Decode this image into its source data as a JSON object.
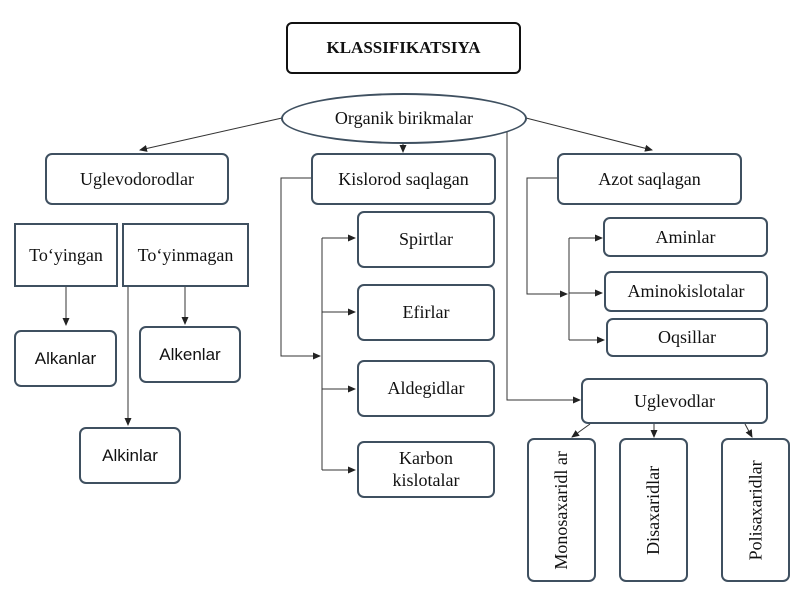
{
  "diagram": {
    "title": "KLASSIFIKATSIYA",
    "root": "Organik birikmalar",
    "branches": {
      "uglevodorodlar": {
        "label": "Uglevodorodlar",
        "toyingan": "To‘yingan",
        "toyinmagan": "To‘yinmagan",
        "alkanlar": "Alkanlar",
        "alkenlar": "Alkenlar",
        "alkinlar": "Alkinlar"
      },
      "kislorod": {
        "label": "Kislorod saqlagan",
        "items": [
          "Spirtlar",
          "Efirlar",
          "Aldegidlar",
          "Karbon\nkislotalar"
        ]
      },
      "azot": {
        "label": "Azot saqlagan",
        "items": [
          "Aminlar",
          "Aminokislotalar",
          "Oqsillar"
        ]
      },
      "uglevodlar": {
        "label": "Uglevodlar",
        "items": [
          "Monosaxaridl\nar",
          "Disaxaridlar",
          "Polisaxaridlar"
        ]
      }
    }
  }
}
